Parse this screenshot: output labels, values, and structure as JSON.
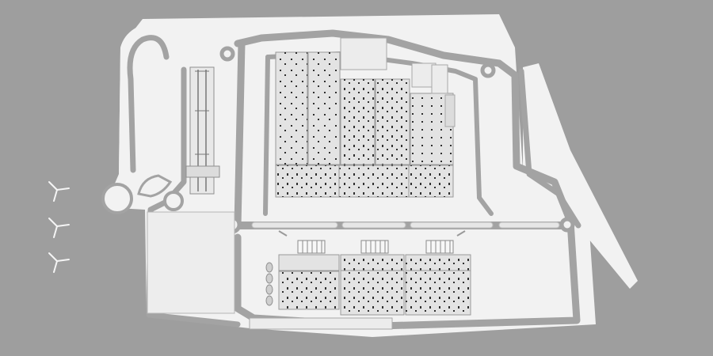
{
  "scene": {
    "kind": "site-plan",
    "view": "top-down",
    "style": "grayscale"
  },
  "colors": {
    "ground": "#9e9e9e",
    "site_surface": "#f2f2f2",
    "road": "#a3a3a3",
    "roof": "#e3e3e3",
    "roof_edge": "#9a9a9a",
    "skylight": "#2e2e2e",
    "tank": "#d6d6d6"
  },
  "legend": {},
  "labels": {},
  "features": {
    "production_blocks": 3,
    "wind_turbines": 3
  }
}
